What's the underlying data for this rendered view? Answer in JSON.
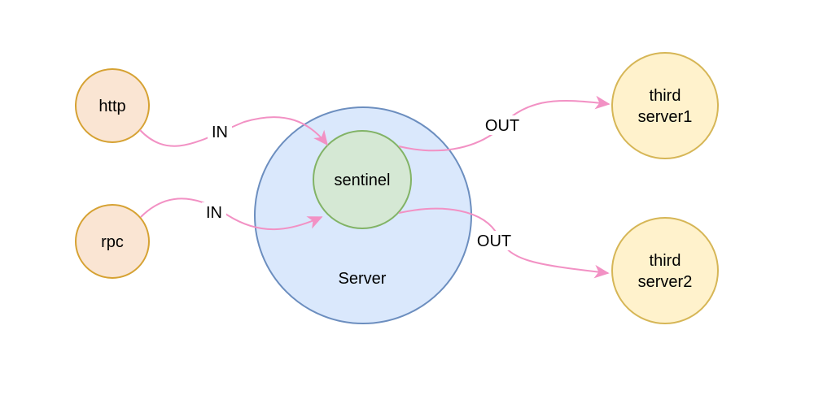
{
  "nodes": {
    "http": {
      "label": "http"
    },
    "rpc": {
      "label": "rpc"
    },
    "server": {
      "label": "Server"
    },
    "sentinel": {
      "label": "sentinel"
    },
    "third_server1": {
      "line1": "third",
      "line2": "server1"
    },
    "third_server2": {
      "line1": "third",
      "line2": "server2"
    }
  },
  "edges": {
    "http_in": {
      "label": "IN"
    },
    "rpc_in": {
      "label": "IN"
    },
    "out_server1": {
      "label": "OUT"
    },
    "out_server2": {
      "label": "OUT"
    }
  },
  "colors": {
    "client_fill": "#fae5d3",
    "client_stroke": "#d6a233",
    "server_fill": "#dae8fc",
    "server_stroke": "#6c8ebf",
    "sentinel_fill": "#d5e8d4",
    "sentinel_stroke": "#82b366",
    "third_fill": "#fff2cc",
    "third_stroke": "#d6b656",
    "arrow": "#f291c4"
  }
}
